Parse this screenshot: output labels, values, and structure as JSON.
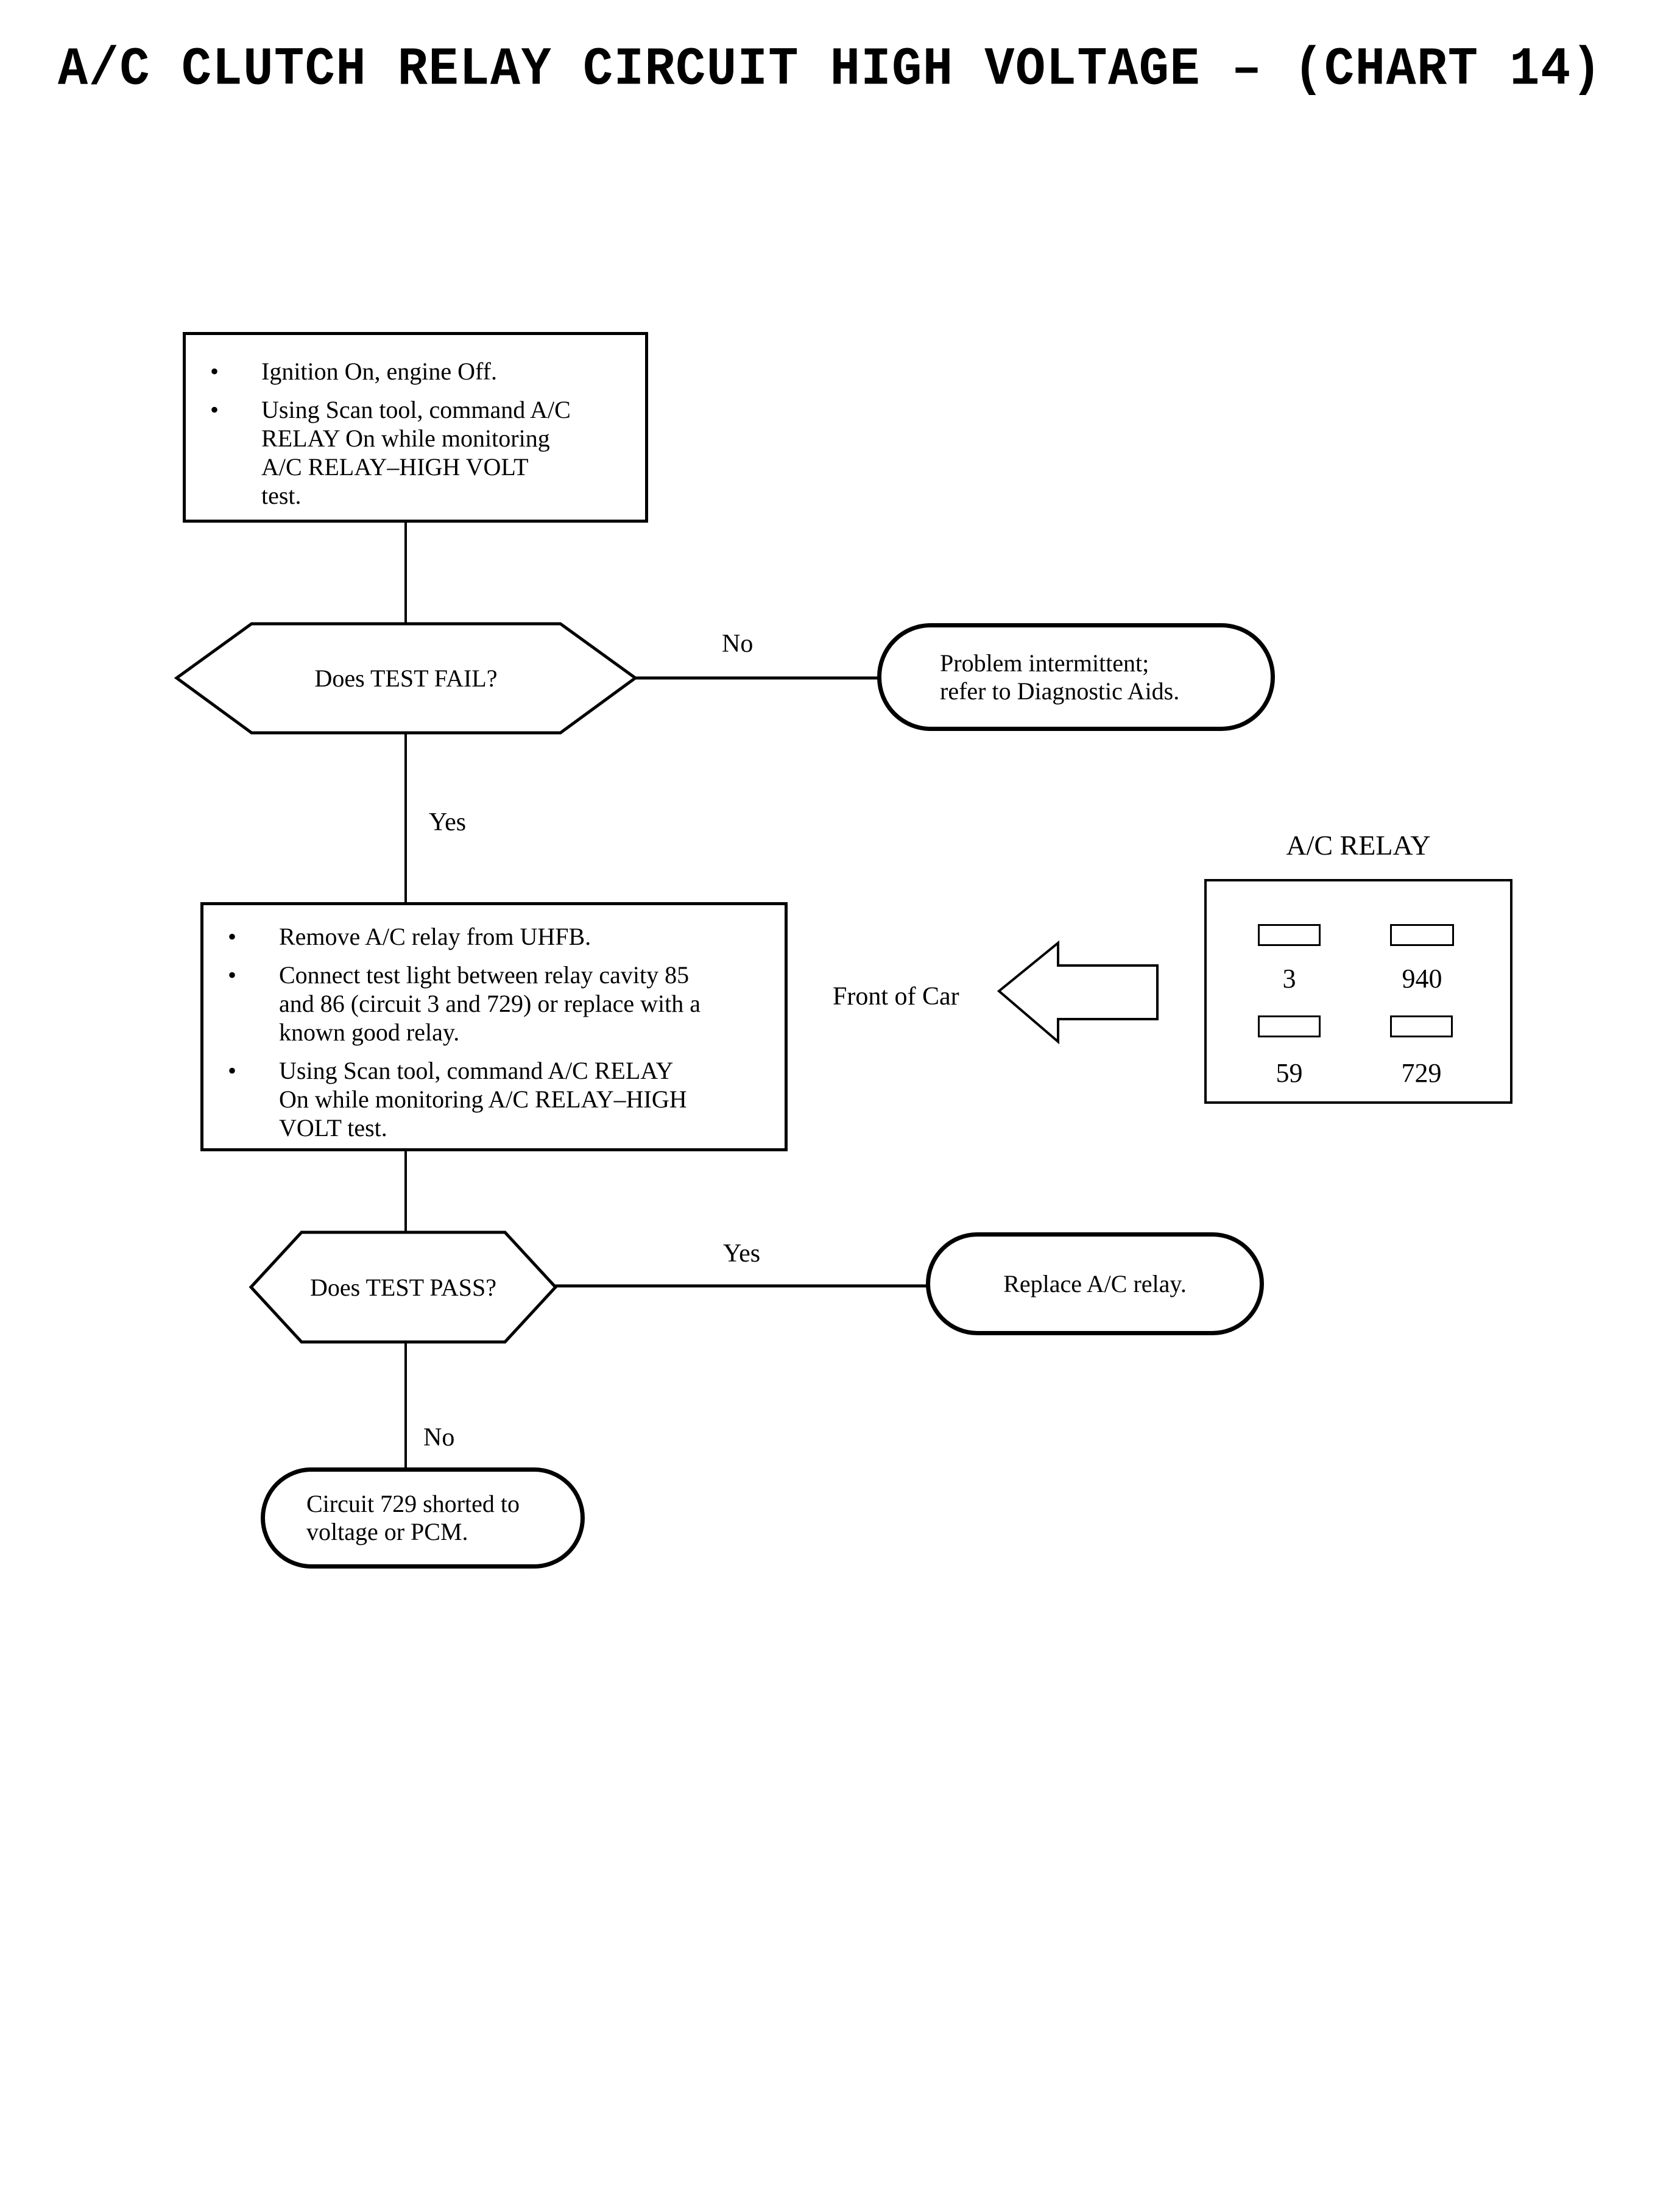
{
  "page": {
    "title": "A/C CLUTCH RELAY CIRCUIT HIGH VOLTAGE – (CHART 14)"
  },
  "glyphs": {
    "bullet": "•"
  },
  "colors": {
    "ink": "#000000",
    "paper": "#ffffff"
  },
  "flowchart": {
    "step1": {
      "bullets": [
        {
          "lines": [
            "Ignition On, engine Off."
          ]
        },
        {
          "lines": [
            "Using Scan tool, command A/C",
            "RELAY On while monitoring",
            "A/C RELAY–HIGH VOLT",
            "test."
          ]
        }
      ]
    },
    "decision1": {
      "label": "Does TEST FAIL?",
      "no_label": "No",
      "yes_label": "Yes"
    },
    "terminal1": {
      "lines": [
        "Problem intermittent;",
        "refer to Diagnostic Aids."
      ]
    },
    "step2": {
      "bullets": [
        {
          "lines": [
            "Remove A/C relay from UHFB."
          ]
        },
        {
          "lines": [
            "Connect test light between relay cavity 85",
            "and 86 (circuit 3 and 729) or replace with a",
            "known good relay."
          ]
        },
        {
          "lines": [
            "Using Scan tool, command A/C RELAY",
            "On while monitoring A/C RELAY–HIGH",
            "VOLT test."
          ]
        }
      ]
    },
    "decision2": {
      "label": "Does TEST PASS?",
      "yes_label": "Yes",
      "no_label": "No"
    },
    "terminal2": {
      "lines": [
        "Replace A/C relay."
      ]
    },
    "terminal3": {
      "lines": [
        "Circuit 729 shorted to",
        "voltage or PCM."
      ]
    }
  },
  "relay_diagram": {
    "title": "A/C RELAY",
    "front_label": "Front of Car",
    "pins": [
      {
        "id": "3"
      },
      {
        "id": "940"
      },
      {
        "id": "59"
      },
      {
        "id": "729"
      }
    ]
  }
}
